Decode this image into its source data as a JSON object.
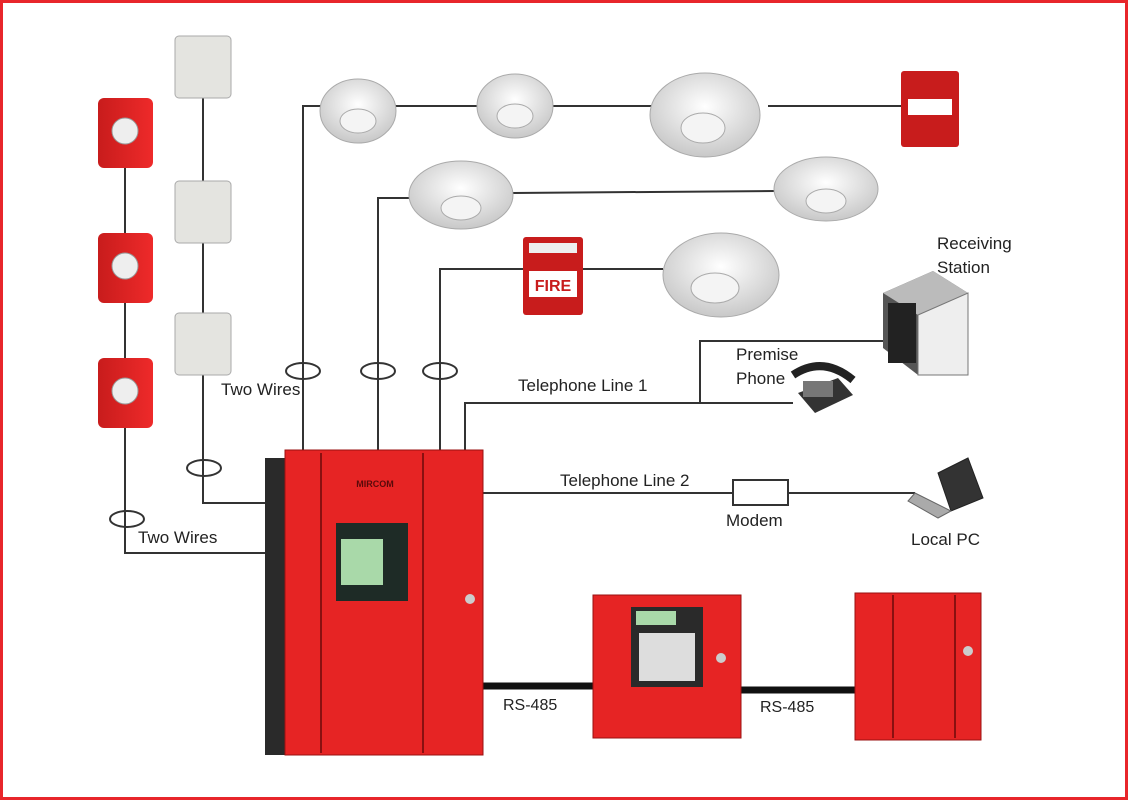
{
  "labels": {
    "two_wires_left": "Two Wires",
    "two_wires_mid": "Two Wires",
    "telephone_line_1": "Telephone Line 1",
    "telephone_line_2": "Telephone Line 2",
    "premise_phone": [
      "Premise",
      "Phone"
    ],
    "receiving_station": [
      "Receiving",
      "Station"
    ],
    "modem": "Modem",
    "local_pc": "Local PC",
    "rs485_a": "RS-485",
    "rs485_b": "RS-485"
  },
  "devices": {
    "pull_station_text": "FIRE",
    "brand": "MIRCOM"
  },
  "colors": {
    "panel_red": "#e8262b",
    "wire": "#333333",
    "border": "#e8262b"
  }
}
